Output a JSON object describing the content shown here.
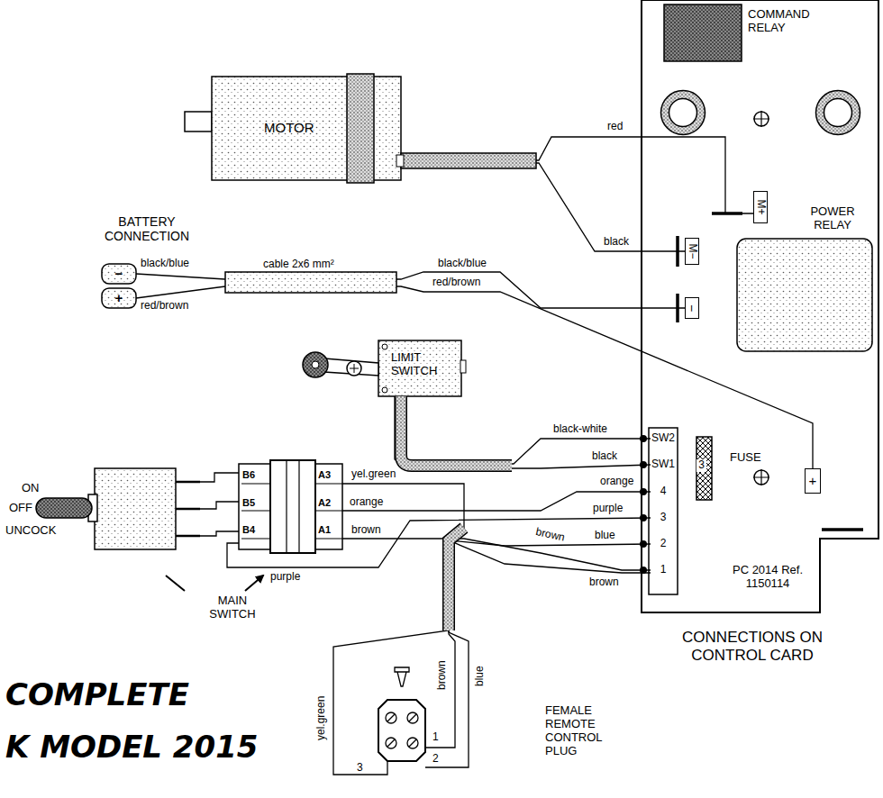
{
  "diagram": {
    "nodes": [
      {
        "text": [
          "PC 2014 Ref. 1150114",
          "CONNECTIONS ON CONTROL CARD"
        ]
      },
      {
        "text": [
          "COMMAND RELAY"
        ],
        "in": 0
      },
      {
        "text": [
          "POWER RELAY"
        ],
        "in": 0
      },
      {
        "text": [
          "M+"
        ],
        "in": 0
      },
      {
        "text": [
          "M−"
        ],
        "in": 0
      },
      {
        "text": [
          "−"
        ],
        "in": 0
      },
      {
        "text": [
          "+"
        ],
        "in": 0
      },
      {
        "text": [
          "SW2"
        ],
        "in": 0
      },
      {
        "text": [
          "SW1"
        ],
        "in": 0
      },
      {
        "text": [
          "4"
        ],
        "in": 0
      },
      {
        "text": [
          "3"
        ],
        "in": 0
      },
      {
        "text": [
          "2"
        ],
        "in": 0
      },
      {
        "text": [
          "1"
        ],
        "in": 0
      },
      {
        "text": [
          "3",
          "FUSE"
        ],
        "in": 0
      },
      {
        "text": [
          "MOTOR"
        ]
      },
      {
        "text": [
          "−"
        ]
      },
      {
        "text": [
          "+"
        ]
      },
      {
        "text": [
          "LIMIT SWITCH"
        ]
      },
      {
        "text": [
          "B6",
          "B5",
          "B4",
          "A3",
          "A2",
          "A1"
        ]
      },
      {
        "text": [
          "FEMALE REMOTE CONTROL PLUG"
        ]
      }
    ],
    "edges": [
      {
        "from": 14,
        "to": 3,
        "label": "red",
        "arrow": "none"
      },
      {
        "from": 14,
        "to": 4,
        "label": "black",
        "arrow": "none"
      },
      {
        "from": 15,
        "to": 5,
        "label": "black/blue",
        "arrow": "none"
      },
      {
        "from": 16,
        "to": 6,
        "label": "red/brown",
        "arrow": "none"
      },
      {
        "from": 17,
        "to": 7,
        "label": "black-white",
        "arrow": "none"
      },
      {
        "from": 17,
        "to": 8,
        "label": "black",
        "arrow": "none"
      },
      {
        "from": 18,
        "to": 9,
        "label": "orange",
        "arrow": "none"
      },
      {
        "from": 18,
        "to": 10,
        "label": "purple",
        "arrow": "none"
      },
      {
        "from": 18,
        "to": 12,
        "label": "brown",
        "arrow": "none"
      },
      {
        "from": 18,
        "to": 19,
        "label": "yel.green",
        "arrow": "none"
      },
      {
        "from": 19,
        "to": 11,
        "label": "blue",
        "arrow": "none"
      },
      {
        "from": 19,
        "to": 12,
        "label": "brown",
        "arrow": "none"
      }
    ],
    "labels": [
      "BATTERY CONNECTION",
      "black/blue",
      "red/brown",
      "cable 2x6 mm²",
      "ON",
      "OFF",
      "UNCOCK",
      "MAIN SWITCH",
      "orange",
      "purple",
      "brown",
      "yel.green",
      "brown",
      "blue",
      "1",
      "2",
      "3",
      "COMPLETE",
      "K MODEL 2015"
    ]
  }
}
